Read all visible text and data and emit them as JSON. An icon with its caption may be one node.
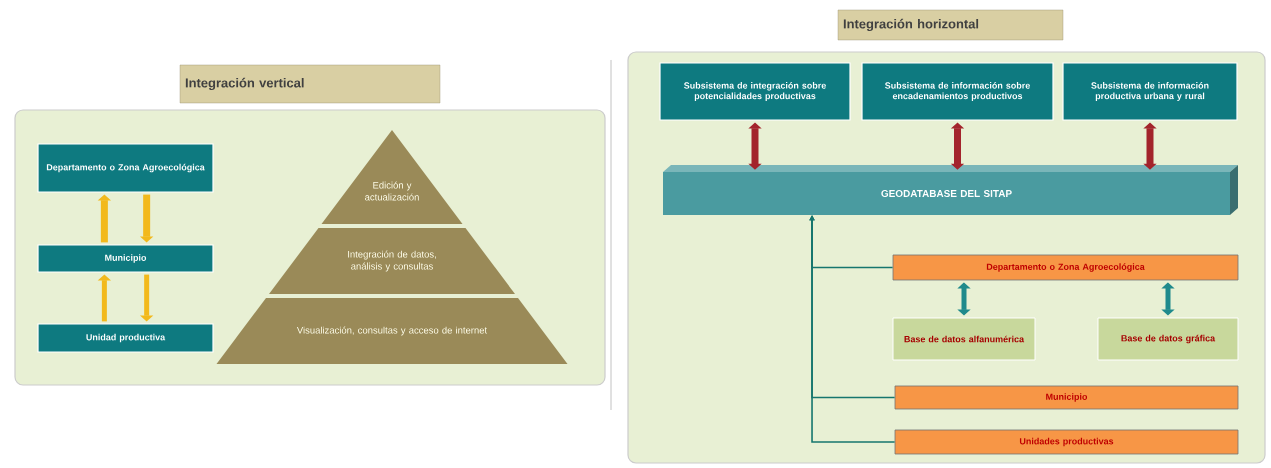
{
  "diagram": {
    "nodes": [
      {
        "text": [
          "Integración vertical"
        ]
      },
      {
        "text": [],
        "shape": "box"
      },
      {
        "text": [
          "Departamento o Zona Agroecológica"
        ],
        "in": 1
      },
      {
        "text": [
          "Municipio"
        ],
        "in": 1
      },
      {
        "text": [
          "Unidad productiva"
        ],
        "in": 1
      },
      {
        "text": [
          "Edición y actualización"
        ],
        "in": 1
      },
      {
        "text": [
          "Integración de datos, análisis y consultas"
        ],
        "in": 1
      },
      {
        "text": [
          "Visualización, consultas y acceso de internet"
        ],
        "in": 1
      },
      {
        "text": [
          "Integración horizontal"
        ]
      },
      {
        "text": [],
        "shape": "box"
      },
      {
        "text": [
          "Subsistema de integración sobre potencialidades productivas"
        ],
        "in": 9
      },
      {
        "text": [
          "Subsistema de información sobre encadenamientos productivos"
        ],
        "in": 9
      },
      {
        "text": [
          "Subsistema de información productiva urbana y rural"
        ],
        "in": 9
      },
      {
        "text": [
          "GEODATABASE DEL SITAP"
        ],
        "in": 9
      },
      {
        "text": [
          "Departamento o Zona Agroecológica"
        ],
        "in": 9
      },
      {
        "text": [
          "Base de datos alfanumérica"
        ],
        "in": 9
      },
      {
        "text": [
          "Base de datos gráfica"
        ],
        "in": 9
      },
      {
        "text": [
          "Municipio"
        ],
        "in": 9
      },
      {
        "text": [
          "Unidades productivas"
        ],
        "in": 9
      }
    ],
    "edges": [
      {
        "from": 3,
        "to": 2,
        "arrow": "to",
        "color": "#f2b91c"
      },
      {
        "from": 2,
        "to": 3,
        "arrow": "to",
        "color": "#f2b91c"
      },
      {
        "from": 4,
        "to": 3,
        "arrow": "to",
        "color": "#f2b91c"
      },
      {
        "from": 3,
        "to": 4,
        "arrow": "to",
        "color": "#f2b91c"
      },
      {
        "from": 10,
        "to": 13,
        "arrow": "both",
        "color": "#a3242c"
      },
      {
        "from": 11,
        "to": 13,
        "arrow": "both",
        "color": "#a3242c"
      },
      {
        "from": 12,
        "to": 13,
        "arrow": "both",
        "color": "#a3242c"
      },
      {
        "from": 14,
        "to": 15,
        "arrow": "both",
        "color": "#1f8a8c"
      },
      {
        "from": 14,
        "to": 16,
        "arrow": "both",
        "color": "#1f8a8c"
      },
      {
        "from": 14,
        "to": 13,
        "arrow": "to",
        "color": "#16766e"
      },
      {
        "from": 17,
        "to": 13,
        "arrow": "to",
        "color": "#16766e"
      },
      {
        "from": 18,
        "to": 13,
        "arrow": "to",
        "color": "#16766e"
      }
    ]
  }
}
